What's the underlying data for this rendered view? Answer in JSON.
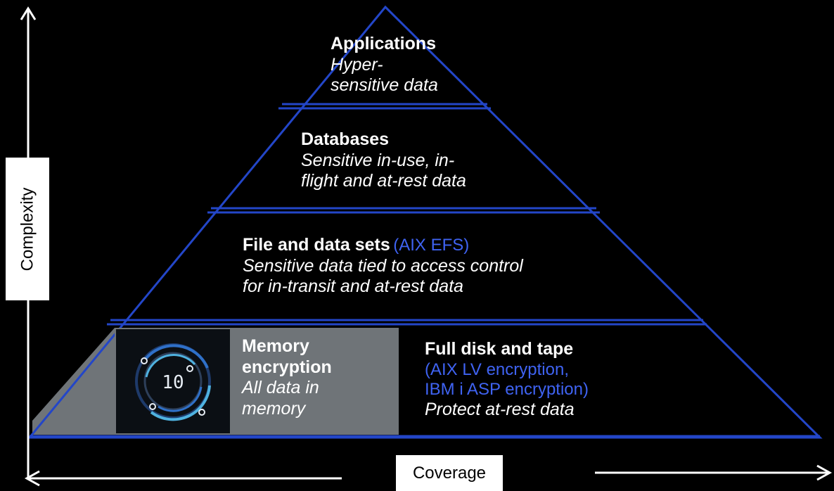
{
  "axes": {
    "y_label": "Complexity",
    "x_label": "Coverage"
  },
  "tiers": {
    "applications": {
      "title": "Applications",
      "subtitle_line1": "Hyper-",
      "subtitle_line2": "sensitive data"
    },
    "databases": {
      "title": "Databases",
      "subtitle_line1": "Sensitive in-use, in-",
      "subtitle_line2": "flight and at-rest data"
    },
    "files": {
      "title": "File and data sets",
      "note": "(AIX EFS)",
      "subtitle_line1": "Sensitive data tied to access control",
      "subtitle_line2": "for in-transit and at-rest data"
    },
    "memory": {
      "title_line1": "Memory",
      "title_line2": "encryption",
      "subtitle_line1": "All data in",
      "subtitle_line2": "memory",
      "icon_text": "10"
    },
    "disk": {
      "title": "Full disk and tape",
      "note_line1": "(AIX LV encryption,",
      "note_line2": "IBM i ASP encryption)",
      "subtitle": "Protect at-rest data"
    }
  },
  "colors": {
    "background": "#000000",
    "pyramid_stroke": "#2346c8",
    "note_text": "#3f63f2",
    "memory_panel": "#6f7478",
    "icon_ring": "#4fb2e0"
  }
}
